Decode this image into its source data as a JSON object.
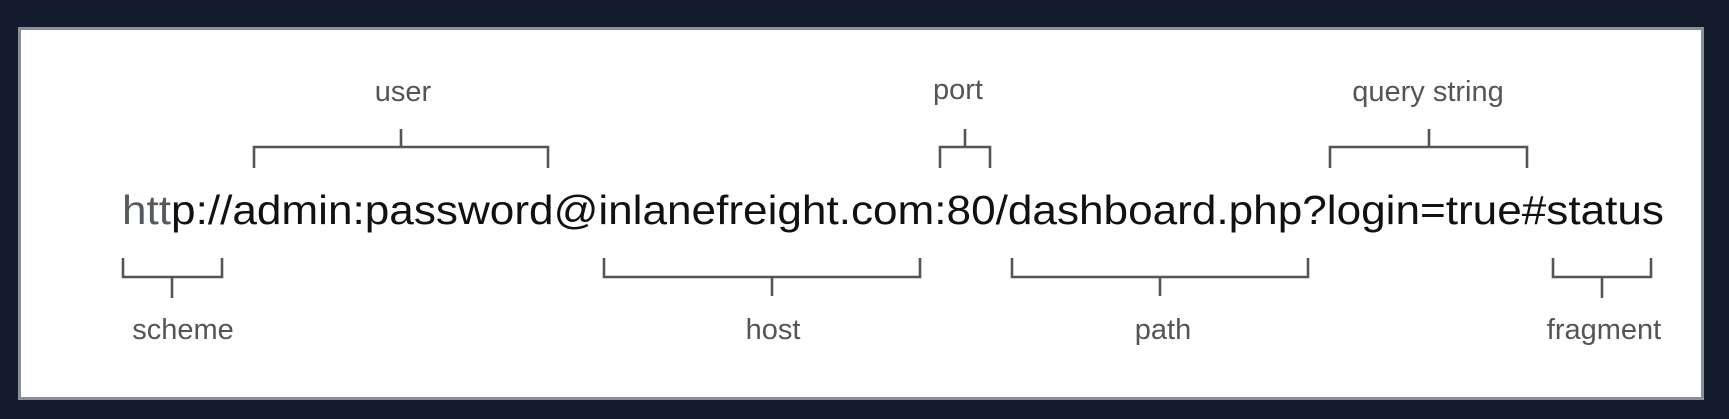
{
  "url": {
    "segments": [
      {
        "text": "htt",
        "color": "#555a60"
      },
      {
        "text": "p://admin:password@inlanefreight.com:80/dashboard.php?login=true#status",
        "color": "#111111"
      }
    ]
  },
  "labels": {
    "user": "user",
    "port": "port",
    "query_string": "query string",
    "scheme": "scheme",
    "host": "host",
    "path": "path",
    "fragment": "fragment"
  },
  "colors": {
    "background": "#141d2e",
    "panel": "#ffffff",
    "panel_border": "#8a8f98",
    "bracket": "#555555",
    "label": "#555555"
  }
}
